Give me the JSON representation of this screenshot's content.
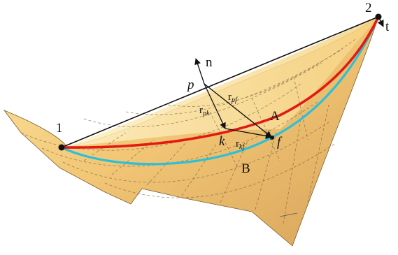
{
  "labels": {
    "point_1": "1",
    "point_2": "2",
    "point_p": "p",
    "point_k": "k",
    "point_f": "f",
    "axis_n": "n",
    "axis_t": "t",
    "curve_A": "A",
    "curve_B": "B",
    "vec_rpf_main": "r",
    "vec_rpf_sub": "pf",
    "vec_rpk_main": "r",
    "vec_rpk_sub": "pk",
    "vec_rkf_main": "r",
    "vec_rkf_sub": "kf"
  },
  "colors": {
    "surface_light": "#fbe49a",
    "surface_mid": "#f0c36f",
    "surface_dark": "#d9a55a",
    "curve_A": "#e21a12",
    "curve_B": "#2cc0d8",
    "lines": "#111111",
    "grid": "#6b5a3a"
  }
}
